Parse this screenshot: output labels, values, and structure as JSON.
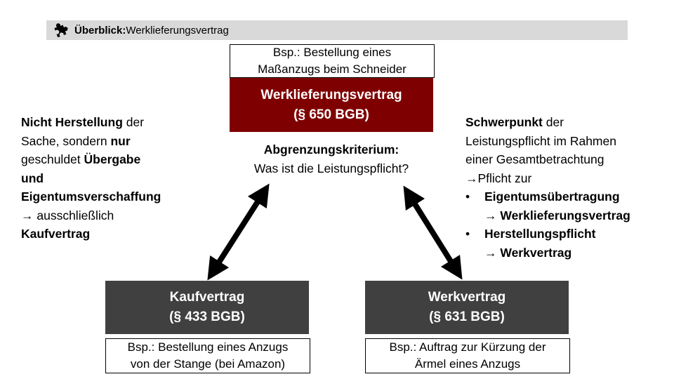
{
  "header": {
    "icon": "puzzle-icon",
    "bold": "Überblick:",
    "title": " Werklieferungsvertrag"
  },
  "top": {
    "example_line1": "Bsp.: Bestellung eines",
    "example_line2": "Maßanzugs beim Schneider",
    "title": "Werklieferungsvertrag",
    "section": "(§ 650 BGB)",
    "criterion_label": "Abgrenzungskriterium:",
    "criterion_question": "Was ist die Leistungspflicht?"
  },
  "left_text": {
    "t1": "Nicht Herstellung",
    "t2": " der",
    "t3": "Sache, sondern ",
    "t4": "nur",
    "t5": "geschuldet ",
    "t6": "Übergabe",
    "t7": "und",
    "t8": "Eigentumsverschaffung",
    "t9": "→ ausschließlich",
    "t10": "Kaufvertrag"
  },
  "right_text": {
    "t1": "Schwerpunkt",
    "t2": " der",
    "t3": "Leistungspflicht im Rahmen",
    "t4": "einer Gesamtbetrachtung",
    "t5": "→Pflicht zur",
    "bullets": [
      {
        "label": "Eigentumsübertragung",
        "result": "Werklieferungsvertrag"
      },
      {
        "label": "Herstellungspflicht",
        "result": "Werkvertrag"
      }
    ],
    "arrow": "→ "
  },
  "left_box": {
    "title": "Kaufvertrag",
    "section": "(§ 433 BGB)",
    "example_line1": "Bsp.: Bestellung eines Anzugs",
    "example_line2": "von der Stange (bei Amazon)"
  },
  "right_box": {
    "title": "Werkvertrag",
    "section": "(§ 631 BGB)",
    "example_line1": "Bsp.: Auftrag zur Kürzung der",
    "example_line2": "Ärmel eines Anzugs"
  },
  "colors": {
    "red": "#7f0000",
    "dark": "#404040",
    "banner": "#d9d9d9"
  }
}
